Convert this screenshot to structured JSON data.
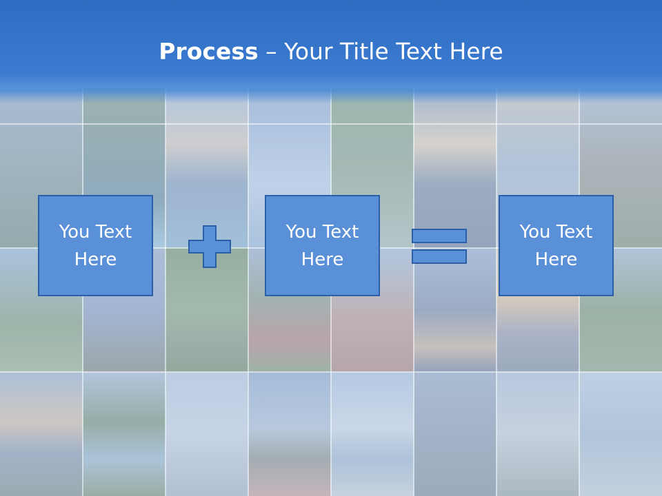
{
  "slide": {
    "title_bold": "Process",
    "title_rest": " – Your Title Text Here"
  },
  "boxes": [
    {
      "text": "You Text Here"
    },
    {
      "text": "You Text Here"
    },
    {
      "text": "You Text Here"
    }
  ],
  "operators": [
    "plus-icon",
    "equals-icon"
  ],
  "colors": {
    "banner": "#2d6cc0",
    "box_fill": "#5a90d8",
    "box_border": "#2a5fa8",
    "text": "#ffffff"
  }
}
